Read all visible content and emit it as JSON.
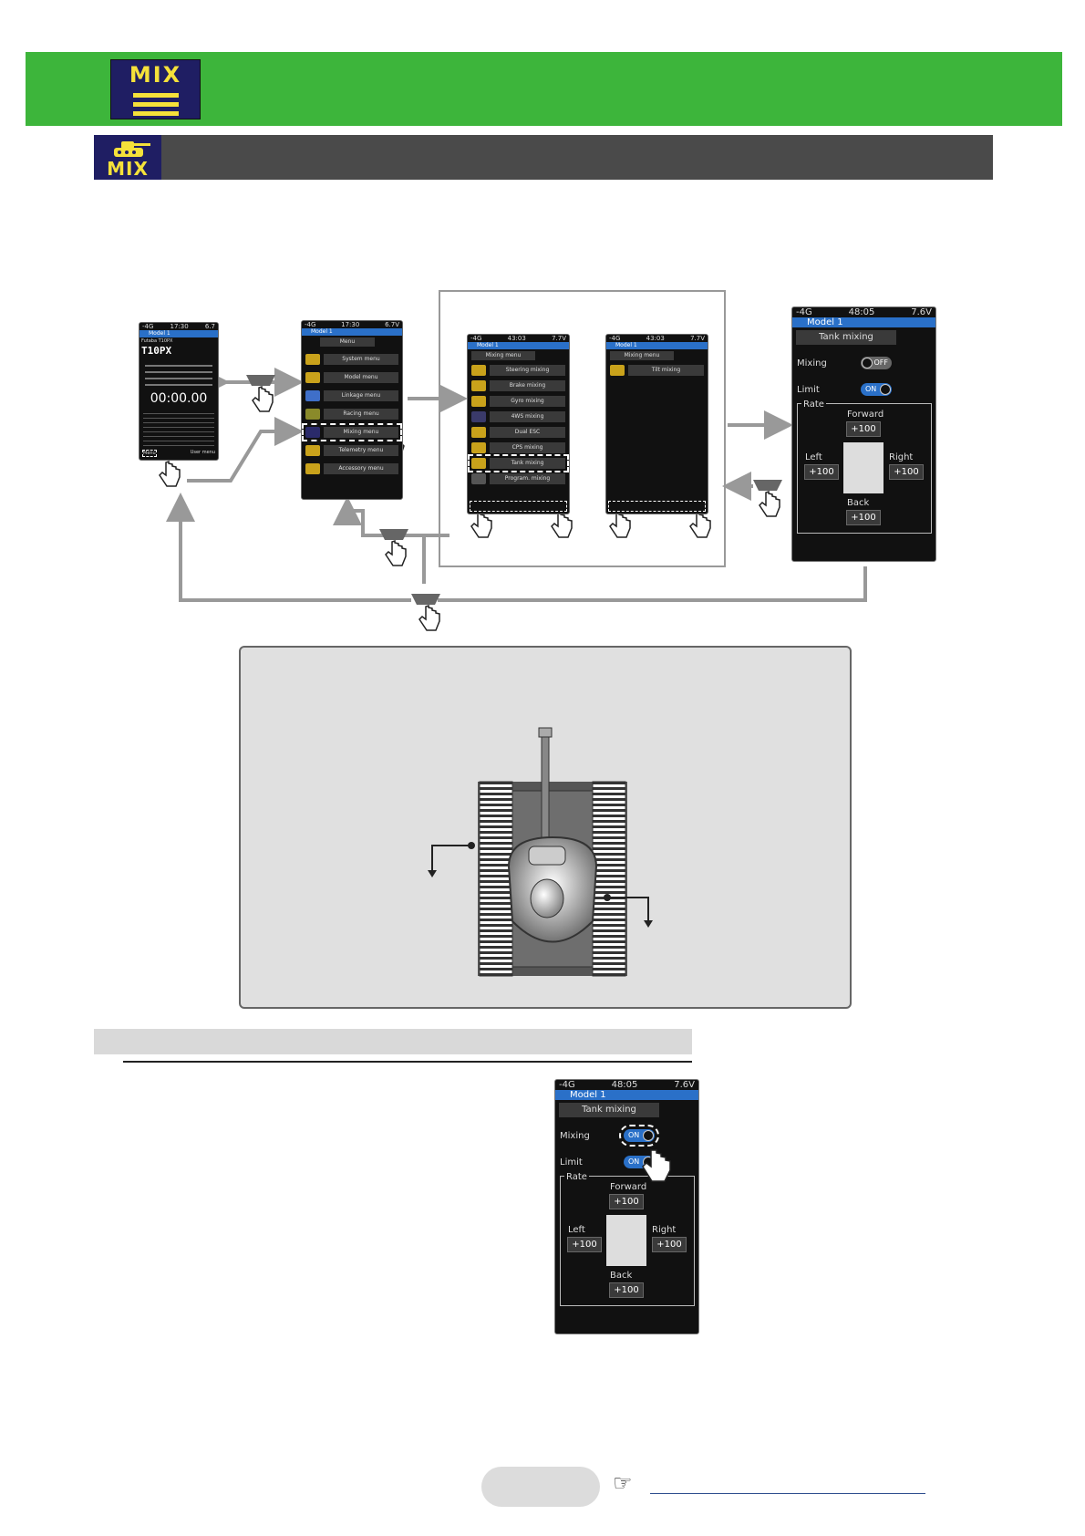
{
  "header": {
    "logo_text": "MIX",
    "section_icon_text": "MIX"
  },
  "home_screen": {
    "status_left": "-4G",
    "status_time": "17:30",
    "status_batt": "6.7",
    "model": "Model 1",
    "brand": "Futaba T10PX",
    "logo": "T10PX",
    "timer": "00:00.00",
    "bottom_left": "Menu",
    "bottom_right": "User menu"
  },
  "menu_screen": {
    "status_left": "-4G",
    "status_time": "17:30",
    "status_batt": "6.7V",
    "model": "Model 1",
    "title": "Menu",
    "items": [
      "System menu",
      "Model menu",
      "Linkage menu",
      "Racing menu",
      "Mixing menu",
      "Telemetry menu",
      "Accessory menu"
    ]
  },
  "mixing_screen_1": {
    "status_left": "-4G",
    "status_time": "43:03",
    "status_batt": "7.7V",
    "model": "Model 1",
    "title": "Mixing menu",
    "items": [
      "Steering mixing",
      "Brake mixing",
      "Gyro mixing",
      "4WS mixing",
      "Dual ESC",
      "CPS mixing",
      "Tank mixing",
      "Program. mixing"
    ]
  },
  "mixing_screen_2": {
    "status_left": "-4G",
    "status_time": "43:03",
    "status_batt": "7.7V",
    "model": "Model 1",
    "title": "Mixing menu",
    "items": [
      "Tilt mixing"
    ]
  },
  "tank_screen": {
    "status_left": "-4G",
    "status_time": "48:05",
    "status_batt": "7.6V",
    "model": "Model 1",
    "title": "Tank mixing",
    "mixing_label": "Mixing",
    "mixing_state": "OFF",
    "limit_label": "Limit",
    "limit_state": "ON",
    "rate_label": "Rate",
    "forward_label": "Forward",
    "forward_value": "+100",
    "left_label": "Left",
    "left_value": "+100",
    "right_label": "Right",
    "right_value": "+100",
    "back_label": "Back",
    "back_value": "+100"
  },
  "tank_screen_2": {
    "status_left": "-4G",
    "status_time": "48:05",
    "status_batt": "7.6V",
    "model": "Model 1",
    "title": "Tank mixing",
    "mixing_label": "Mixing",
    "mixing_state": "ON",
    "limit_label": "Limit",
    "limit_state": "ON",
    "rate_label": "Rate",
    "forward_label": "Forward",
    "forward_value": "+100",
    "left_label": "Left",
    "left_value": "+100",
    "right_label": "Right",
    "right_value": "+100",
    "back_label": "Back",
    "back_value": "+100"
  },
  "colors": {
    "header_green": "#3db53b",
    "section_gray": "#4a4a4a",
    "screen_blue": "#2a70c8",
    "icon_yellow": "#f5e13a",
    "icon_navy": "#1f1e63"
  }
}
